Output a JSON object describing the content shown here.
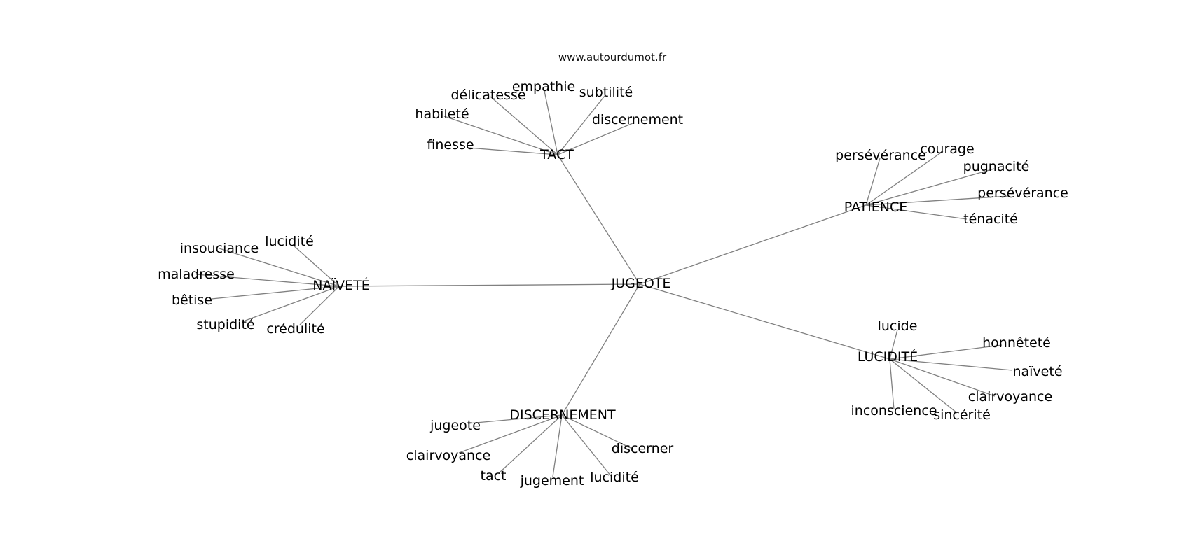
{
  "watermark": "www.autourdumot.fr",
  "colors": {
    "edge": "#808080",
    "text": "#000000",
    "background": "#ffffff"
  },
  "graph": {
    "center": "JUGEOTE",
    "clusters": [
      {
        "hub": "TACT",
        "leaves": [
          "délicatesse",
          "empathie",
          "subtilité",
          "habileté",
          "discernement",
          "finesse"
        ]
      },
      {
        "hub": "PATIENCE",
        "leaves": [
          "persévérance",
          "courage",
          "pugnacité",
          "persévérance",
          "ténacité"
        ]
      },
      {
        "hub": "NAÏVETÉ",
        "leaves": [
          "insouciance",
          "lucidité",
          "maladresse",
          "bêtise",
          "stupidité",
          "crédulité"
        ]
      },
      {
        "hub": "LUCIDITÉ",
        "leaves": [
          "lucide",
          "honnêteté",
          "naïveté",
          "clairvoyance",
          "inconscience",
          "sincérité"
        ]
      },
      {
        "hub": "DISCERNEMENT",
        "leaves": [
          "jugeote",
          "clairvoyance",
          "tact",
          "jugement",
          "lucidité",
          "discerner"
        ]
      }
    ]
  }
}
